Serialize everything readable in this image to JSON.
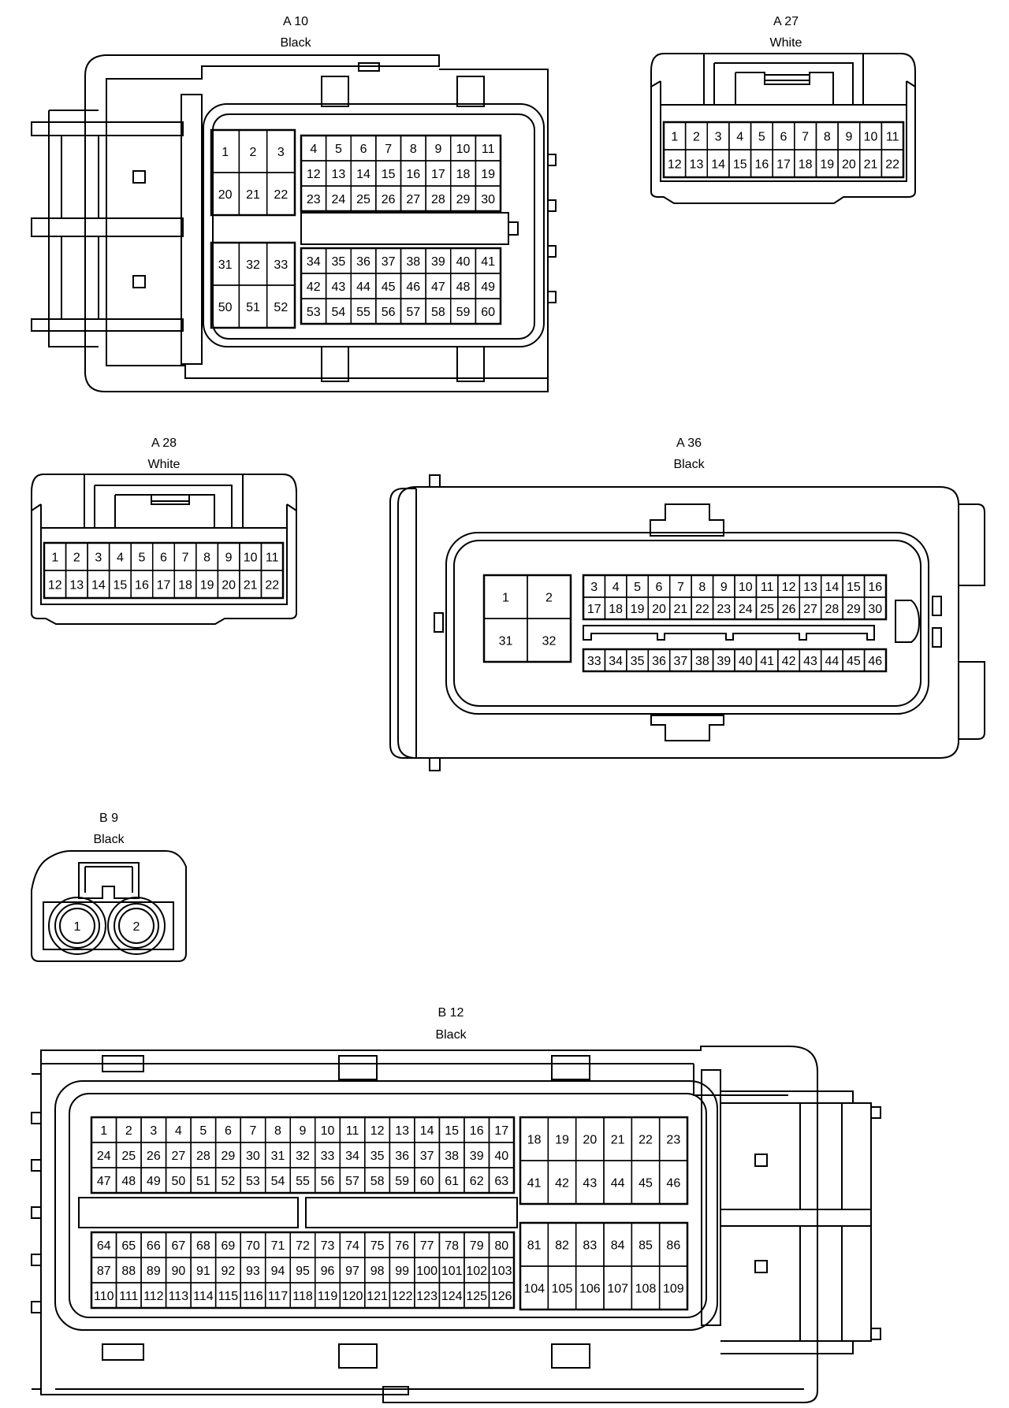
{
  "connectors": {
    "a10": {
      "name": "A 10",
      "color": "Black",
      "groups": [
        [
          [
            "1",
            "2",
            "3"
          ],
          [
            "20",
            "21",
            "22"
          ]
        ],
        [
          [
            "4",
            "5",
            "6",
            "7",
            "8",
            "9",
            "10",
            "11"
          ],
          [
            "12",
            "13",
            "14",
            "15",
            "16",
            "17",
            "18",
            "19"
          ],
          [
            "23",
            "24",
            "25",
            "26",
            "27",
            "28",
            "29",
            "30"
          ]
        ],
        [
          [
            "31",
            "32",
            "33"
          ],
          [
            "50",
            "51",
            "52"
          ]
        ],
        [
          [
            "34",
            "35",
            "36",
            "37",
            "38",
            "39",
            "40",
            "41"
          ],
          [
            "42",
            "43",
            "44",
            "45",
            "46",
            "47",
            "48",
            "49"
          ],
          [
            "53",
            "54",
            "55",
            "56",
            "57",
            "58",
            "59",
            "60"
          ]
        ]
      ]
    },
    "a27": {
      "name": "A 27",
      "color": "White",
      "groups": [
        [
          [
            "1",
            "2",
            "3",
            "4",
            "5",
            "6",
            "7",
            "8",
            "9",
            "10",
            "11"
          ],
          [
            "12",
            "13",
            "14",
            "15",
            "16",
            "17",
            "18",
            "19",
            "20",
            "21",
            "22"
          ]
        ]
      ]
    },
    "a28": {
      "name": "A 28",
      "color": "White",
      "groups": [
        [
          [
            "1",
            "2",
            "3",
            "4",
            "5",
            "6",
            "7",
            "8",
            "9",
            "10",
            "11"
          ],
          [
            "12",
            "13",
            "14",
            "15",
            "16",
            "17",
            "18",
            "19",
            "20",
            "21",
            "22"
          ]
        ]
      ]
    },
    "a36": {
      "name": "A 36",
      "color": "Black",
      "groups": [
        [
          [
            "1",
            "2"
          ],
          [
            "31",
            "32"
          ]
        ],
        [
          [
            "3",
            "4",
            "5",
            "6",
            "7",
            "8",
            "9",
            "10",
            "11",
            "12",
            "13",
            "14",
            "15",
            "16"
          ],
          [
            "17",
            "18",
            "19",
            "20",
            "21",
            "22",
            "23",
            "24",
            "25",
            "26",
            "27",
            "28",
            "29",
            "30"
          ]
        ],
        [
          [
            "33",
            "34",
            "35",
            "36",
            "37",
            "38",
            "39",
            "40",
            "41",
            "42",
            "43",
            "44",
            "45",
            "46"
          ]
        ]
      ]
    },
    "b9": {
      "name": "B 9",
      "color": "Black",
      "pins": [
        "1",
        "2"
      ]
    },
    "b12": {
      "name": "B 12",
      "color": "Black",
      "groups": [
        [
          [
            "1",
            "2",
            "3",
            "4",
            "5",
            "6",
            "7",
            "8",
            "9",
            "10",
            "11",
            "12",
            "13",
            "14",
            "15",
            "16",
            "17"
          ],
          [
            "24",
            "25",
            "26",
            "27",
            "28",
            "29",
            "30",
            "31",
            "32",
            "33",
            "34",
            "35",
            "36",
            "37",
            "38",
            "39",
            "40"
          ],
          [
            "47",
            "48",
            "49",
            "50",
            "51",
            "52",
            "53",
            "54",
            "55",
            "56",
            "57",
            "58",
            "59",
            "60",
            "61",
            "62",
            "63"
          ]
        ],
        [
          [
            "18",
            "19",
            "20",
            "21",
            "22",
            "23"
          ],
          [
            "41",
            "42",
            "43",
            "44",
            "45",
            "46"
          ]
        ],
        [
          [
            "64",
            "65",
            "66",
            "67",
            "68",
            "69",
            "70",
            "71",
            "72",
            "73",
            "74",
            "75",
            "76",
            "77",
            "78",
            "79",
            "80"
          ],
          [
            "87",
            "88",
            "89",
            "90",
            "91",
            "92",
            "93",
            "94",
            "95",
            "96",
            "97",
            "98",
            "99",
            "100",
            "101",
            "102",
            "103"
          ],
          [
            "110",
            "111",
            "112",
            "113",
            "114",
            "115",
            "116",
            "117",
            "118",
            "119",
            "120",
            "121",
            "122",
            "123",
            "124",
            "125",
            "126"
          ]
        ],
        [
          [
            "81",
            "82",
            "83",
            "84",
            "85",
            "86"
          ],
          [
            "104",
            "105",
            "106",
            "107",
            "108",
            "109"
          ]
        ]
      ]
    }
  }
}
